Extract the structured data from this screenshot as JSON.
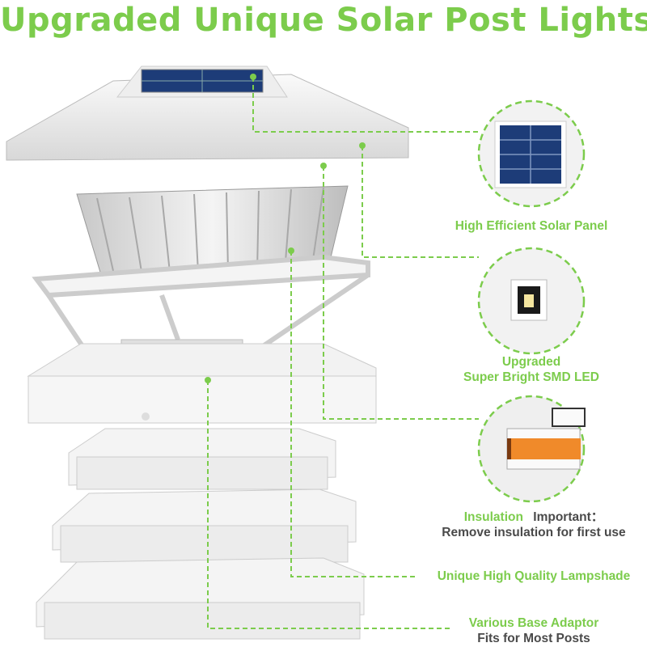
{
  "title": "Upgraded Unique Solar Post Lights",
  "features": {
    "solar_panel": "High Efficient Solar Panel",
    "led_line1": "Upgraded",
    "led_line2": "Super Bright SMD LED",
    "insulation": "Insulation",
    "important": "Important：",
    "insulation_note": "Remove insulation for first use",
    "lampshade": "Unique High Quality Lampshade",
    "base_adaptor": "Various Base Adaptor",
    "base_note": "Fits for Most Posts"
  },
  "colors": {
    "accent": "#7ccc4c",
    "dark_text": "#4a4a4a",
    "insulation_tab": "#f08a2a",
    "solar_cell": "#1d3c78"
  }
}
